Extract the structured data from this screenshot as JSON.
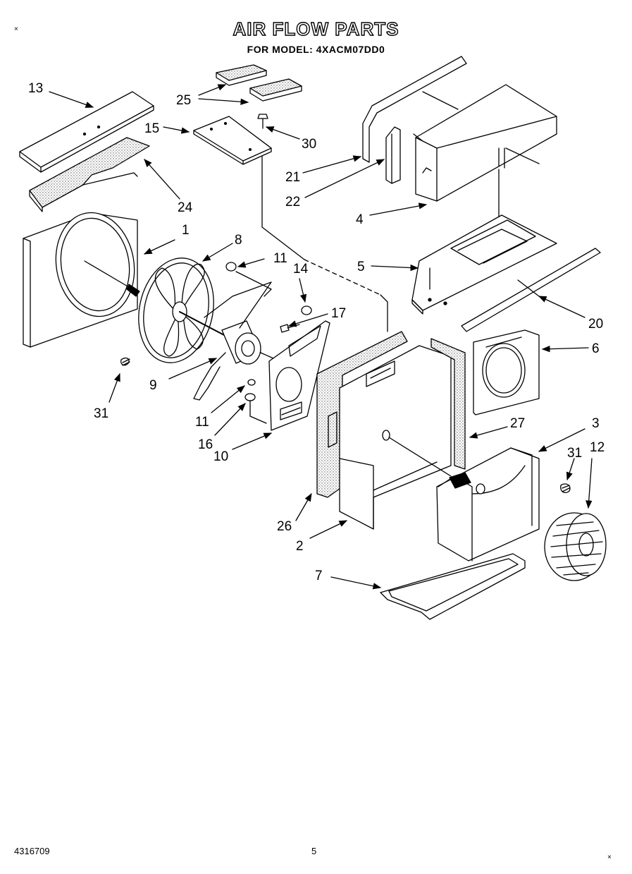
{
  "title": "AIR FLOW PARTS",
  "subtitle": "FOR MODEL: 4XACM07DD0",
  "footer": {
    "doc_number": "4316709",
    "page": "5"
  },
  "callouts": [
    {
      "id": "c13",
      "label": "13"
    },
    {
      "id": "c25",
      "label": "25"
    },
    {
      "id": "c15",
      "label": "15"
    },
    {
      "id": "c30",
      "label": "30"
    },
    {
      "id": "c21",
      "label": "21"
    },
    {
      "id": "c22",
      "label": "22"
    },
    {
      "id": "c4",
      "label": "4"
    },
    {
      "id": "c24",
      "label": "24"
    },
    {
      "id": "c1",
      "label": "1"
    },
    {
      "id": "c8",
      "label": "8"
    },
    {
      "id": "c11a",
      "label": "11"
    },
    {
      "id": "c14",
      "label": "14"
    },
    {
      "id": "c5",
      "label": "5"
    },
    {
      "id": "c17",
      "label": "17"
    },
    {
      "id": "c20",
      "label": "20"
    },
    {
      "id": "c6",
      "label": "6"
    },
    {
      "id": "c9",
      "label": "9"
    },
    {
      "id": "c31a",
      "label": "31"
    },
    {
      "id": "c11b",
      "label": "11"
    },
    {
      "id": "c16",
      "label": "16"
    },
    {
      "id": "c10",
      "label": "10"
    },
    {
      "id": "c27",
      "label": "27"
    },
    {
      "id": "c3",
      "label": "3"
    },
    {
      "id": "c31b",
      "label": "31"
    },
    {
      "id": "c12",
      "label": "12"
    },
    {
      "id": "c26",
      "label": "26"
    },
    {
      "id": "c2",
      "label": "2"
    },
    {
      "id": "c7",
      "label": "7"
    }
  ]
}
